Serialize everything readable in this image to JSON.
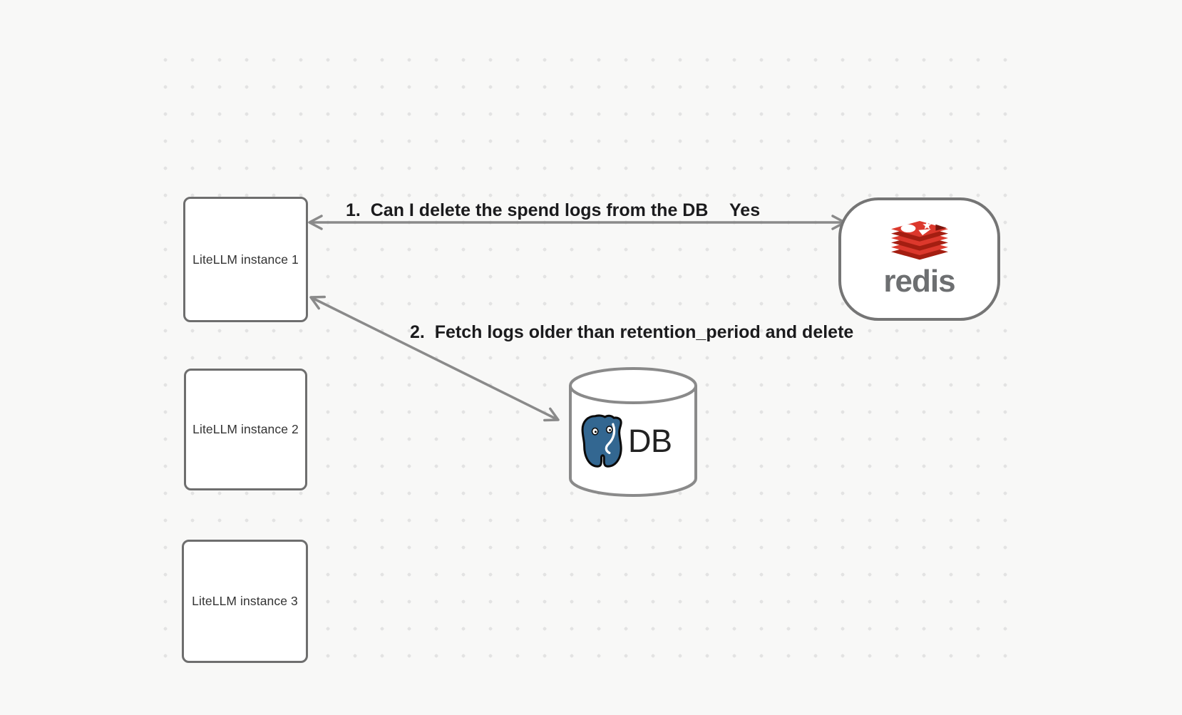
{
  "canvas": {
    "background_color": "#f8f8f7",
    "grid_dot_color": "#e3e3e3"
  },
  "nodes": {
    "instances": [
      {
        "label": "LiteLLM instance 1"
      },
      {
        "label": "LiteLLM instance 2"
      },
      {
        "label": "LiteLLM instance 3"
      }
    ],
    "redis": {
      "name": "redis",
      "wordmark": "redis",
      "icon": "redis-logo-icon",
      "logo_red": "#dc382c",
      "logo_red_dark": "#a41e11",
      "wordmark_color": "#6d6f71"
    },
    "db": {
      "label": "DB",
      "icon": "postgresql-elephant-icon",
      "postgres_blue": "#336791"
    }
  },
  "arrows": [
    {
      "label": "1.  Can I delete the spend logs from the DB",
      "answer": "Yes",
      "from": "litellm-instance-1",
      "to": "redis",
      "bidirectional": true
    },
    {
      "label": "2.  Fetch logs older than retention_period and delete",
      "from": "litellm-instance-1",
      "to": "db",
      "bidirectional": true
    }
  ],
  "style": {
    "node_border_color": "#6e6e6e",
    "arrow_color": "#8a8a8a",
    "label_color": "#1b1b1d"
  }
}
